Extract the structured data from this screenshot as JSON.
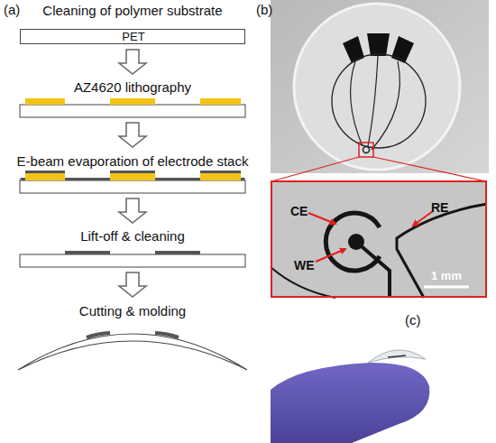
{
  "diagram": {
    "nodes": [
      {
        "text": [
          "PET"
        ]
      },
      {
        "text": [
          "CE",
          "RE",
          "WE",
          "1 mm"
        ]
      }
    ],
    "labels": [
      "(a)",
      "Cleaning of polymer substrate",
      "AZ4620 lithography",
      "E-beam evaporation of electrode stack",
      "Lift-off & cleaning",
      "Cutting & molding",
      "(b)",
      "(c)"
    ]
  }
}
